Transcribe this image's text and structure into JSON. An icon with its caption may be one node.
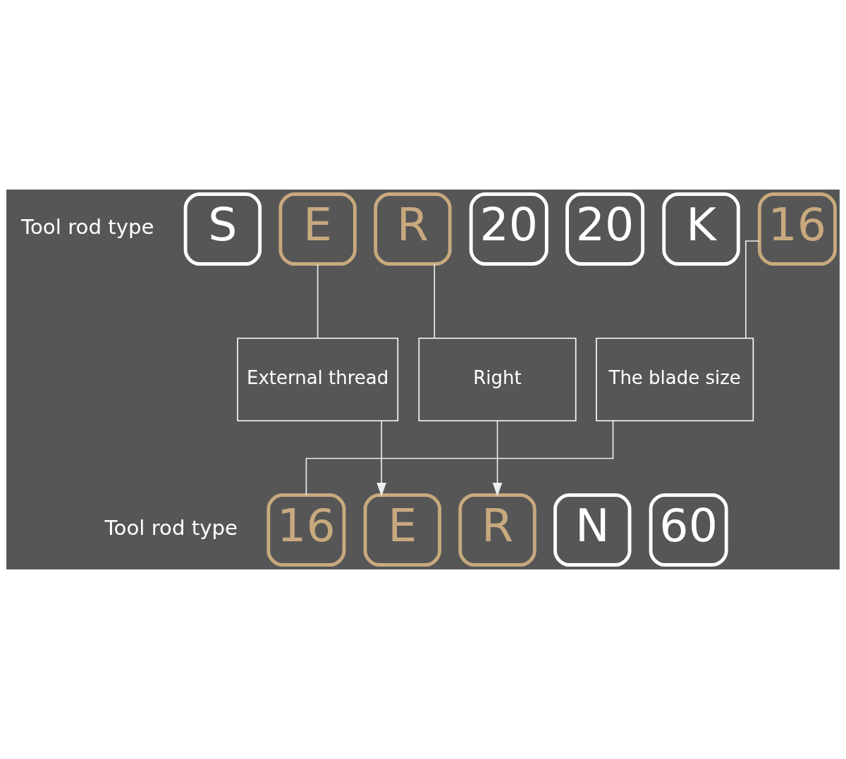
{
  "diagram": {
    "nodes": [
      {
        "text": [
          "S"
        ]
      },
      {
        "text": [
          "E"
        ]
      },
      {
        "text": [
          "R"
        ]
      },
      {
        "text": [
          "20"
        ]
      },
      {
        "text": [
          "20"
        ]
      },
      {
        "text": [
          "K"
        ]
      },
      {
        "text": [
          "16"
        ]
      },
      {
        "text": [
          "External thread"
        ]
      },
      {
        "text": [
          "Right"
        ]
      },
      {
        "text": [
          "The blade size"
        ]
      },
      {
        "text": [
          "16"
        ]
      },
      {
        "text": [
          "E"
        ]
      },
      {
        "text": [
          "R"
        ]
      },
      {
        "text": [
          "N"
        ]
      },
      {
        "text": [
          "60"
        ]
      }
    ],
    "edges": [
      {
        "from": 1,
        "to": 7,
        "arrow": "none"
      },
      {
        "from": 2,
        "to": 8,
        "arrow": "none"
      },
      {
        "from": 6,
        "to": 9,
        "arrow": "none"
      },
      {
        "from": 7,
        "to": 11,
        "arrow": "to"
      },
      {
        "from": 8,
        "to": 12,
        "arrow": "to"
      },
      {
        "from": 9,
        "to": 10,
        "arrow": "none"
      }
    ],
    "labels": [
      "Tool rod type",
      "Tool rod type"
    ]
  }
}
